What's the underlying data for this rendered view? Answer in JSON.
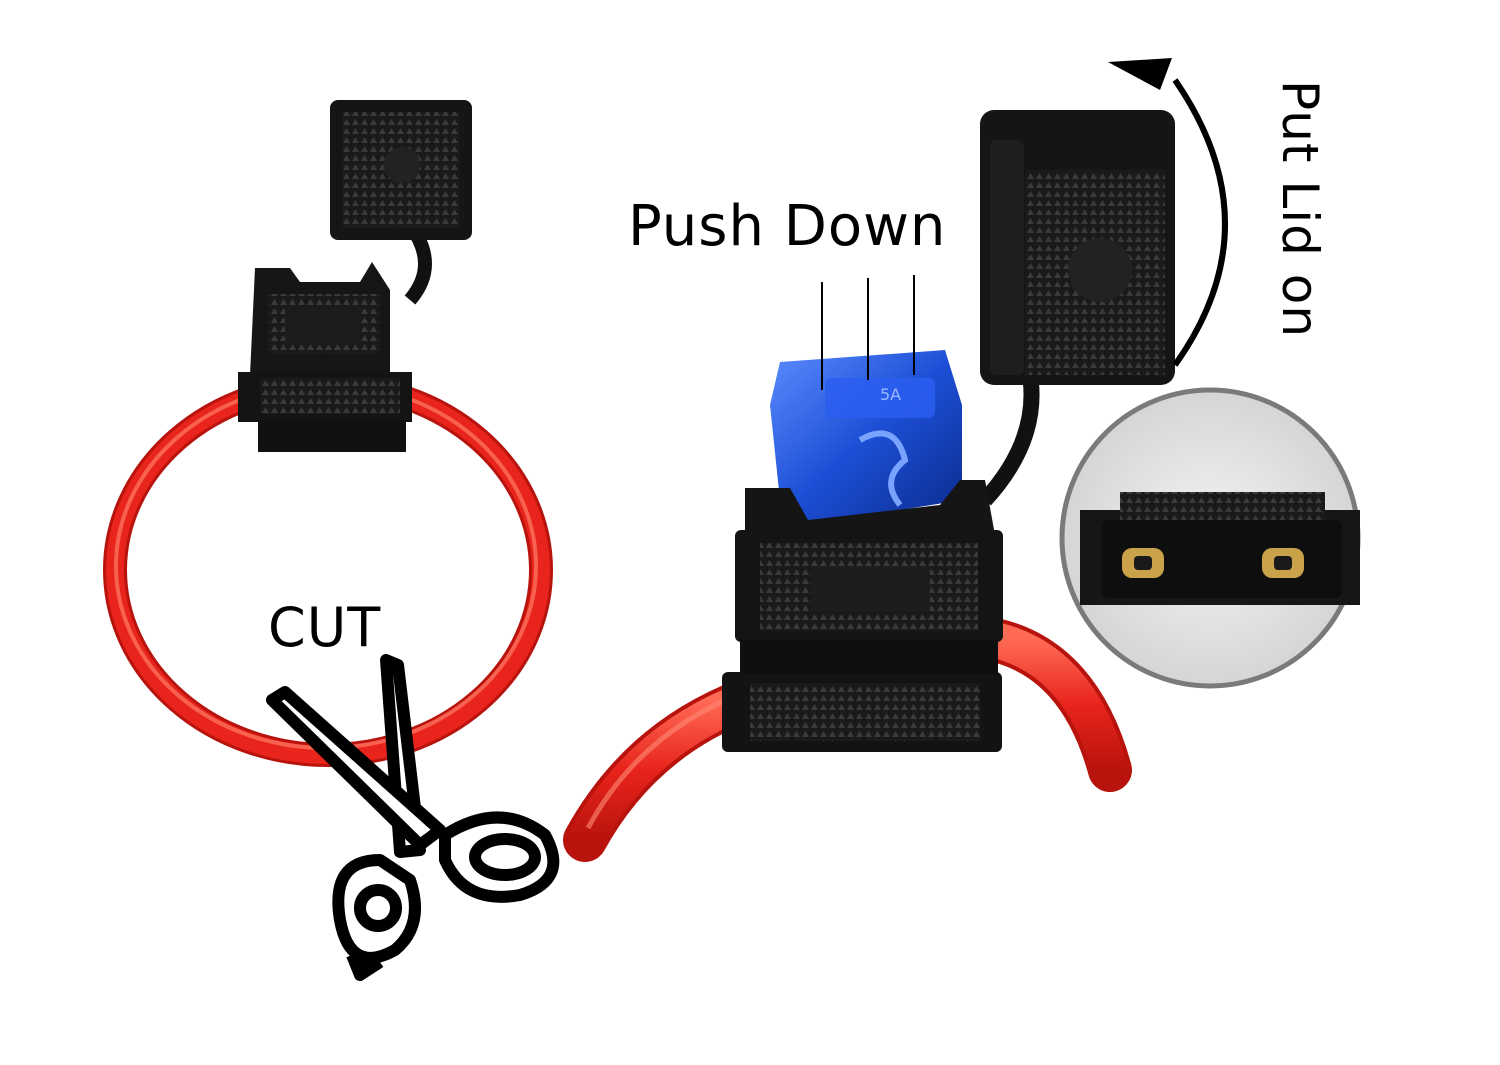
{
  "labels": {
    "push_down": "Push Down",
    "cut": "CUT",
    "put_lid_on": "Put Lid on"
  },
  "fuse": {
    "marking": "5A"
  },
  "icons": [
    "scissors-icon",
    "curved-arrow-icon"
  ],
  "colors": {
    "wire": "#e8241c",
    "wire_highlight": "#ff5a48",
    "holder": "#1b1b1b",
    "fuse": "#1c4fd6",
    "inset_bg": "#e4e4e4",
    "contacts": "#c9a24a"
  }
}
